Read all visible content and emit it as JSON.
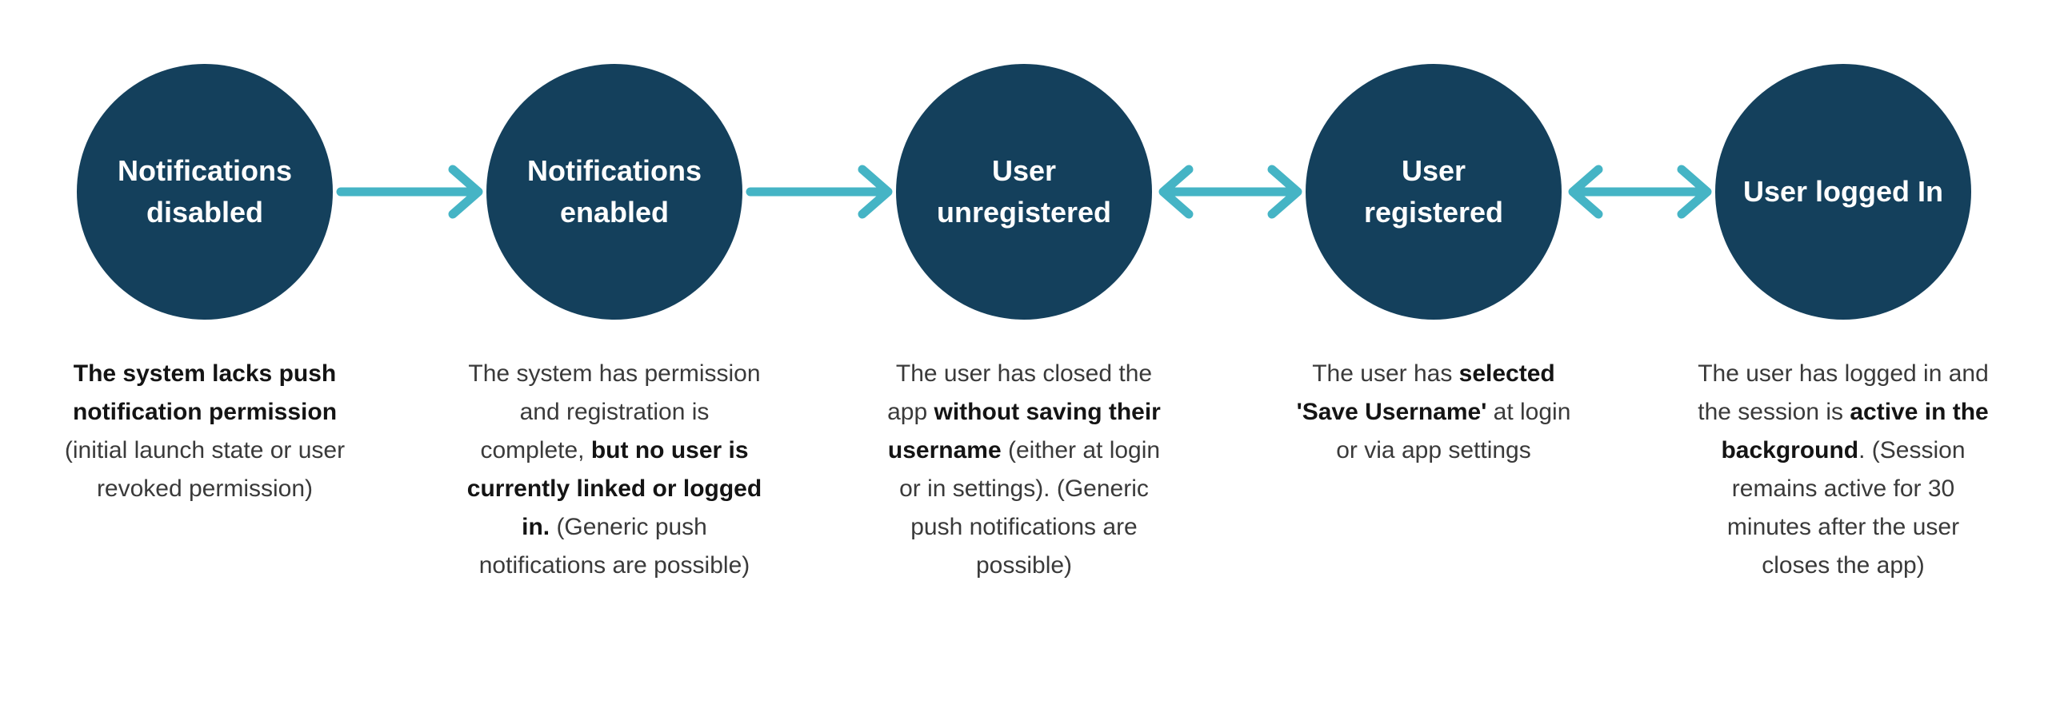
{
  "diagram": {
    "background": "#ffffff",
    "colors": {
      "circle_fill": "#14405C",
      "circle_text": "#ffffff",
      "arrow": "#45B4C5",
      "description_text": "#3a3a3a",
      "description_bold_text": "#141414"
    },
    "stages": [
      {
        "label": "Notifications disabled",
        "description": [
          {
            "text": "The system lacks push notification permission",
            "bold": true
          },
          {
            "text": " (initial launch state or user revoked permission)",
            "bold": false
          }
        ]
      },
      {
        "label": "Notifications enabled",
        "description": [
          {
            "text": "The system has permission and registration is complete, ",
            "bold": false
          },
          {
            "text": "but no user is currently linked or logged in.",
            "bold": true
          },
          {
            "text": " (Generic push notifications are possible)",
            "bold": false
          }
        ]
      },
      {
        "label": "User unregistered",
        "description": [
          {
            "text": "The user has closed the app ",
            "bold": false
          },
          {
            "text": "without saving their username",
            "bold": true
          },
          {
            "text": " (either at login or in settings). (Generic push notifications are possible)",
            "bold": false
          }
        ]
      },
      {
        "label": "User registered",
        "description": [
          {
            "text": "The user has ",
            "bold": false
          },
          {
            "text": "selected 'Save Username'",
            "bold": true
          },
          {
            "text": " at login or via app settings",
            "bold": false
          }
        ]
      },
      {
        "label": "User logged In",
        "description": [
          {
            "text": "The user has logged in and the session is ",
            "bold": false
          },
          {
            "text": "active in the background",
            "bold": true
          },
          {
            "text": ". (Session remains active for 30 minutes after the user closes the app)",
            "bold": false
          }
        ]
      }
    ],
    "connectors": [
      {
        "from": "Notifications disabled",
        "to": "Notifications enabled",
        "type": "single-right"
      },
      {
        "from": "Notifications enabled",
        "to": "User unregistered",
        "type": "single-right"
      },
      {
        "from": "User unregistered",
        "to": "User registered",
        "type": "double"
      },
      {
        "from": "User registered",
        "to": "User logged In",
        "type": "double"
      }
    ]
  }
}
